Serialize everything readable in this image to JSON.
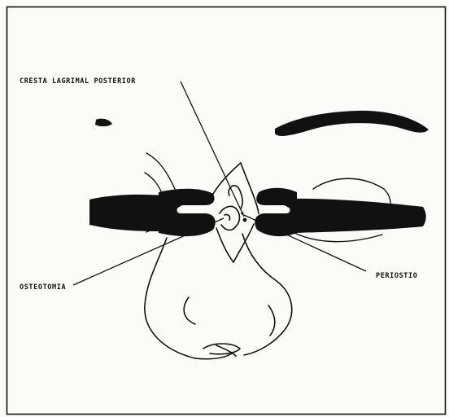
{
  "labels": {
    "cresta": "CRESTA LAGRIMAL POSTERIOR",
    "osteotomia": "OSTEOTOMIA",
    "periostio": "PERIOSTIO"
  },
  "colors": {
    "ink": "#111111",
    "paper": "#fbfbf9"
  }
}
